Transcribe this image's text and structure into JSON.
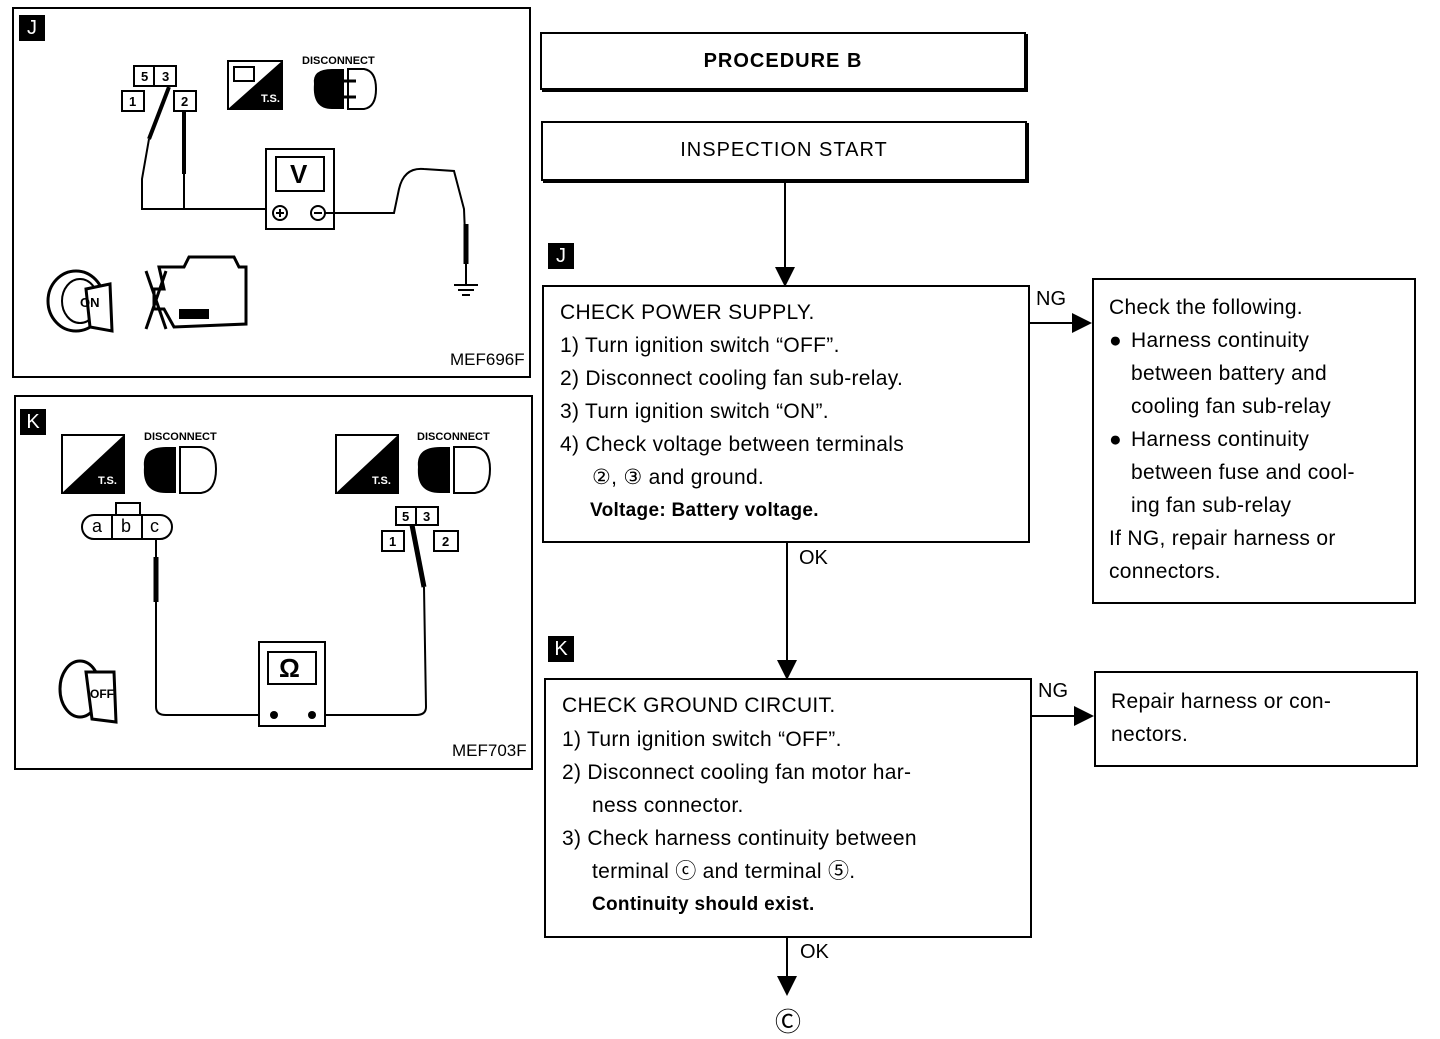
{
  "panels": {
    "j": {
      "tag": "J",
      "code": "MEF696F",
      "disconnect": "DISCONNECT",
      "ts": "T.S.",
      "meter": "V",
      "ign": "ON",
      "t5": "5",
      "t3": "3",
      "t1": "1",
      "t2": "2"
    },
    "k": {
      "tag": "K",
      "code": "MEF703F",
      "disconnect1": "DISCONNECT",
      "disconnect2": "DISCONNECT",
      "ts": "T.S.",
      "meter": "Ω",
      "ign": "OFF",
      "ta": "a",
      "tb": "b",
      "tc": "c",
      "t5": "5",
      "t3": "3",
      "t1": "1",
      "t2": "2"
    }
  },
  "flow": {
    "procedure": "PROCEDURE B",
    "start": "INSPECTION START",
    "tag_j": "J",
    "tag_k": "K",
    "step1": {
      "title": "CHECK POWER SUPPLY.",
      "l1": "1) Turn ignition switch “OFF”.",
      "l2": "2) Disconnect cooling fan sub-relay.",
      "l3": "3) Turn ignition switch “ON”.",
      "l4": "4) Check voltage between terminals",
      "l5": "②, ③ and ground.",
      "l6": "Voltage: Battery voltage."
    },
    "ng1": "NG",
    "ok1": "OK",
    "ng_box1": {
      "l1": "Check the following.",
      "l2": "Harness continuity",
      "l3": "between battery and",
      "l4": "cooling fan sub-relay",
      "l5": "Harness continuity",
      "l6": "between fuse and cool-",
      "l7": "ing fan sub-relay",
      "l8": "If NG, repair harness or",
      "l9": "connectors."
    },
    "step2": {
      "title": "CHECK GROUND CIRCUIT.",
      "l1": "1) Turn ignition switch “OFF”.",
      "l2": "2) Disconnect cooling fan motor har-",
      "l3": "ness connector.",
      "l4": "3) Check harness continuity between",
      "l5": "terminal ⓒ and terminal ⑤.",
      "l6": "Continuity should exist."
    },
    "ng2": "NG",
    "ok2": "OK",
    "ng_box2": {
      "l1": "Repair harness or con-",
      "l2": "nectors."
    },
    "goto": "Ⓒ"
  }
}
